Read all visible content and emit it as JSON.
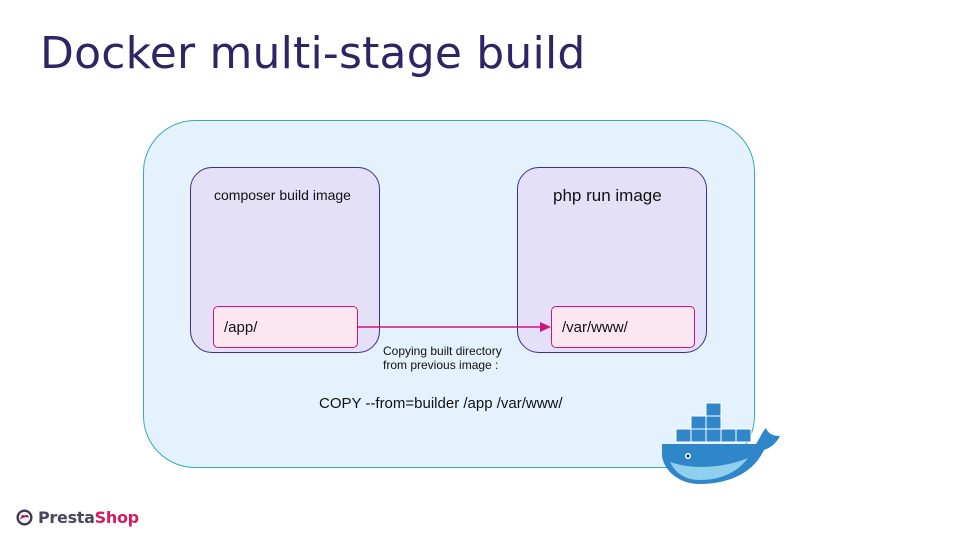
{
  "slide": {
    "title": "Docker multi-stage build"
  },
  "diagram": {
    "builder": {
      "label": "composer build image",
      "directory": "/app/"
    },
    "runner": {
      "label": "php run image",
      "directory": "/var/www/"
    },
    "arrow_caption": [
      "Copying built directory",
      "from previous image :"
    ],
    "command": "COPY --from=builder /app /var/www/"
  },
  "colors": {
    "outer_fill": "#e3f2fc",
    "outer_border": "#3aa9b3",
    "stage_fill": "#e4e0f7",
    "stage_border": "#3f2f86",
    "dir_fill": "#fce7f1",
    "dir_border": "#d0137f",
    "arrow": "#d0137f",
    "title": "#2d2566"
  },
  "icons": {
    "docker": "docker-whale-icon",
    "brand": "prestashop-logo-icon"
  },
  "brand": {
    "name_part1": "Presta",
    "name_part2": "Shop"
  }
}
